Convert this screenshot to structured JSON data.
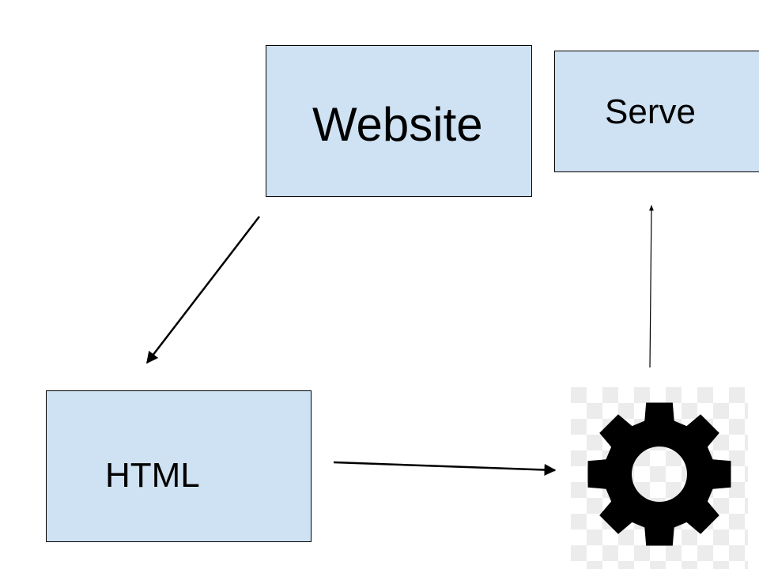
{
  "diagram": {
    "nodes": {
      "website": {
        "label": "Website"
      },
      "serve": {
        "label": "Serve"
      },
      "html": {
        "label": "HTML"
      },
      "gear": {
        "icon": "gear-icon"
      }
    },
    "edges": [
      {
        "from": "website",
        "to": "html"
      },
      {
        "from": "html",
        "to": "gear"
      },
      {
        "from": "gear",
        "to": "serve"
      }
    ]
  },
  "colors": {
    "box_fill": "#cfe2f3",
    "box_border": "#000000",
    "arrow": "#000000",
    "checker_light": "#ffffff",
    "checker_dark": "#ececec"
  }
}
